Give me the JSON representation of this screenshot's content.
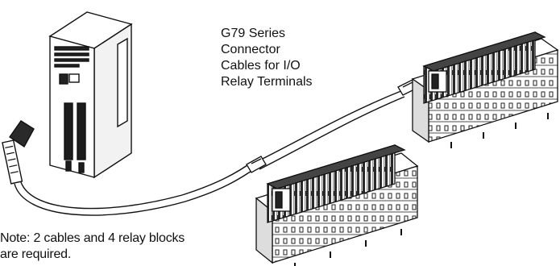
{
  "labels": {
    "cable_lines": [
      "G79 Series",
      "Connector",
      "Cables for I/O",
      "Relay Terminals"
    ],
    "note_lines": [
      "Note: 2 cables and 4 relay blocks",
      "are required."
    ]
  },
  "colors": {
    "ink": "#111111",
    "paper": "#ffffff",
    "shade": "#555555"
  }
}
